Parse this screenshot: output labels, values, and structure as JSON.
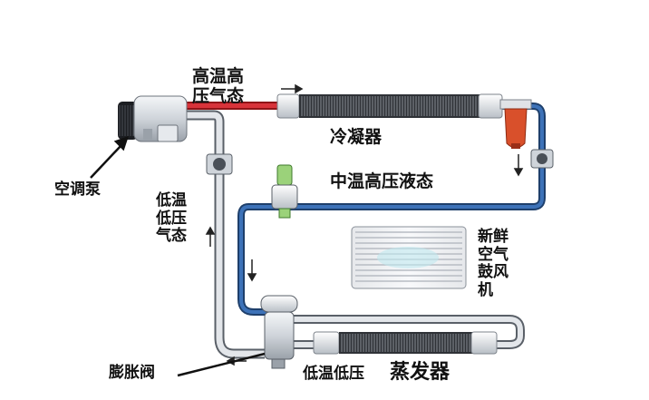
{
  "labels": {
    "high_temp_high_pressure_gas": [
      "高温高",
      "压气态"
    ],
    "condenser": "冷凝器",
    "compressor": "空调泵",
    "medium_temp_high_pressure_liquid": "中温高压液态",
    "low_temp_low_pressure_gas": [
      "低温",
      "低压",
      "气态"
    ],
    "fresh_air_blower": [
      "新鲜",
      "空气",
      "鼓风",
      "机"
    ],
    "expansion_valve": "膨胀阀",
    "low_temp_low_pressure": "低温低压",
    "evaporator": "蒸发器"
  },
  "colors": {
    "hot_line": "#c8262a",
    "liquid_line": "#2f5f9e",
    "cold_line": "#d8dbe0",
    "label_text": "#111111",
    "receiver_drier": "#d9502b",
    "valve_green": "#9bd27a"
  }
}
